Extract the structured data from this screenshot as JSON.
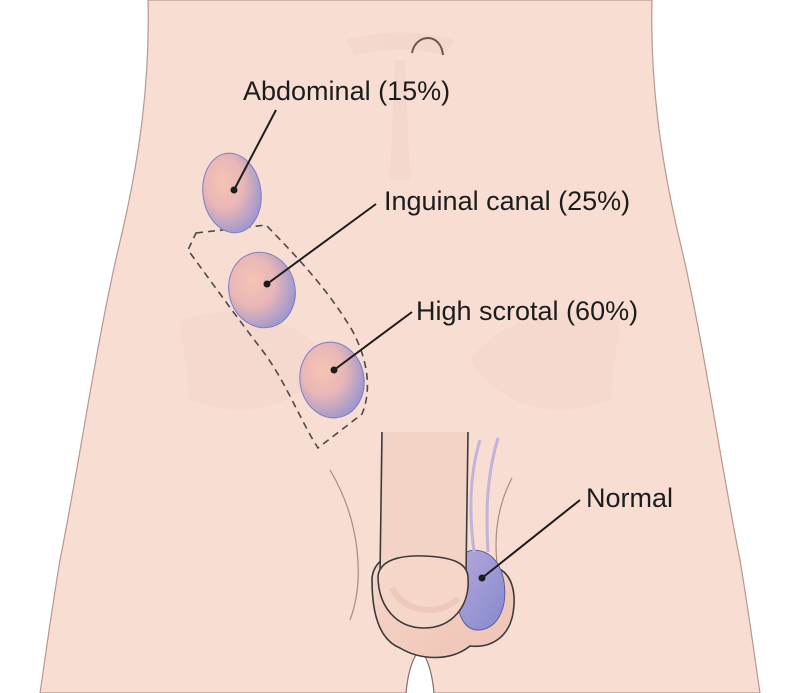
{
  "labels": {
    "abdominal": "Abdominal (15%)",
    "inguinal": "Inguinal canal (25%)",
    "high_scrotal": "High scrotal (60%)",
    "normal": "Normal"
  },
  "colors": {
    "background": "#ffffff",
    "skin": "#f7dcd1",
    "skin_shadow": "#eec7ba",
    "outline": "#3a3a3a",
    "testis_blue": "#8d8fd0",
    "testis_pink": "#f2b8a9",
    "scrotum": "#f1ccbf"
  }
}
